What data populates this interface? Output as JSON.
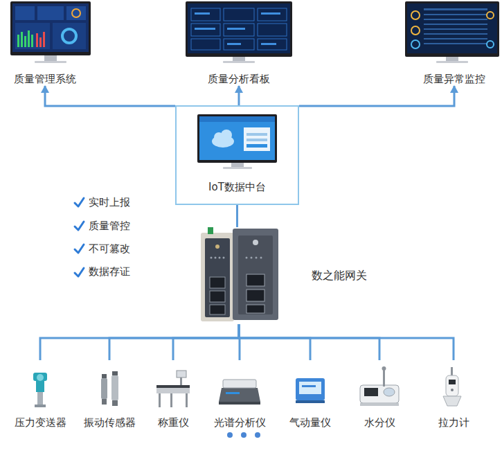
{
  "diagram": {
    "nodes": [
      {
        "text": [
          "质量管理系统"
        ]
      },
      {
        "text": [
          "质量分析看板"
        ]
      },
      {
        "text": [
          "质量异常监控"
        ]
      },
      {
        "text": [
          "IoT数据中台"
        ]
      },
      {
        "text": [
          "数之能网关"
        ]
      },
      {
        "text": [
          "压力变送器"
        ]
      },
      {
        "text": [
          "振动传感器"
        ]
      },
      {
        "text": [
          "称重仪"
        ]
      },
      {
        "text": [
          "光谱分析仪"
        ]
      },
      {
        "text": [
          "气动量仪"
        ]
      },
      {
        "text": [
          "水分仪"
        ]
      },
      {
        "text": [
          "拉力计"
        ]
      }
    ],
    "edges": [
      {
        "from": 3,
        "to": 0,
        "arrow": "to"
      },
      {
        "from": 3,
        "to": 1,
        "arrow": "to"
      },
      {
        "from": 3,
        "to": 2,
        "arrow": "to"
      },
      {
        "from": 4,
        "to": 3,
        "arrow": "none"
      },
      {
        "from": 4,
        "to": 5,
        "arrow": "none"
      },
      {
        "from": 4,
        "to": 6,
        "arrow": "none"
      },
      {
        "from": 4,
        "to": 7,
        "arrow": "none"
      },
      {
        "from": 4,
        "to": 8,
        "arrow": "none"
      },
      {
        "from": 4,
        "to": 9,
        "arrow": "none"
      },
      {
        "from": 4,
        "to": 10,
        "arrow": "none"
      },
      {
        "from": 4,
        "to": 11,
        "arrow": "none"
      }
    ],
    "labels": [
      "实时上报",
      "质量管控",
      "不可篡改",
      "数据存证"
    ]
  }
}
